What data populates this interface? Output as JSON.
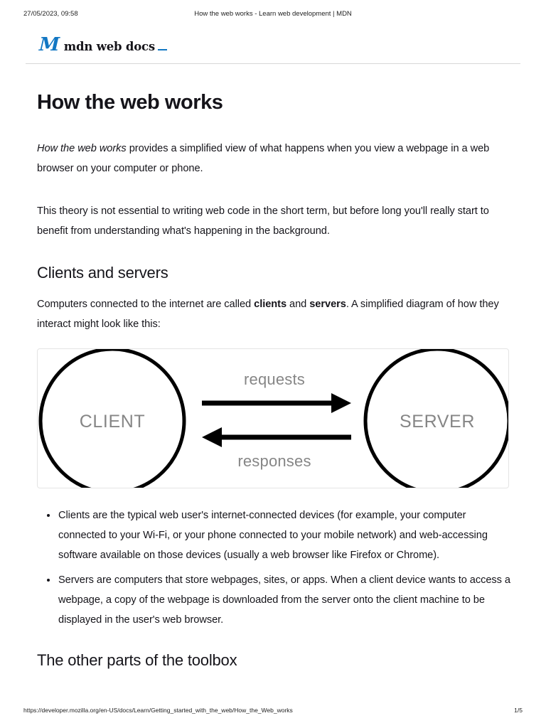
{
  "print_header": {
    "date": "27/05/2023, 09:58",
    "document_title": "How the web works - Learn web development | MDN"
  },
  "brand": {
    "monogram": "M",
    "wordmark": "mdn web docs",
    "accent_color": "#1277c3"
  },
  "article": {
    "title": "How the web works",
    "intro_italic": "How the web works",
    "intro_rest": " provides a simplified view of what happens when you view a webpage in a web browser on your computer or phone.",
    "theory_paragraph": "This theory is not essential to writing web code in the short term, but before long you'll really start to benefit from understanding what's happening in the background.",
    "section_clients_servers": {
      "heading": "Clients and servers",
      "lead_part1": "Computers connected to the internet are called ",
      "lead_bold1": "clients",
      "lead_part2": " and ",
      "lead_bold2": "servers",
      "lead_part3": ". A simplified diagram of how they interact might look like this:",
      "diagram": {
        "client_label": "CLIENT",
        "server_label": "SERVER",
        "request_label": "requests",
        "response_label": "responses",
        "stroke_color": "#000000",
        "text_color": "#868686",
        "border_color": "#e4e4e4"
      },
      "bullets": [
        "Clients are the typical web user's internet-connected devices (for example, your computer connected to your Wi-Fi, or your phone connected to your mobile network) and web-accessing software available on those devices (usually a web browser like Firefox or Chrome).",
        "Servers are computers that store webpages, sites, or apps. When a client device wants to access a webpage, a copy of the webpage is downloaded from the server onto the client machine to be displayed in the user's web browser."
      ]
    },
    "section_toolbox": {
      "heading": "The other parts of the toolbox"
    }
  },
  "print_footer": {
    "url": "https://developer.mozilla.org/en-US/docs/Learn/Getting_started_with_the_web/How_the_Web_works",
    "page": "1/5"
  }
}
